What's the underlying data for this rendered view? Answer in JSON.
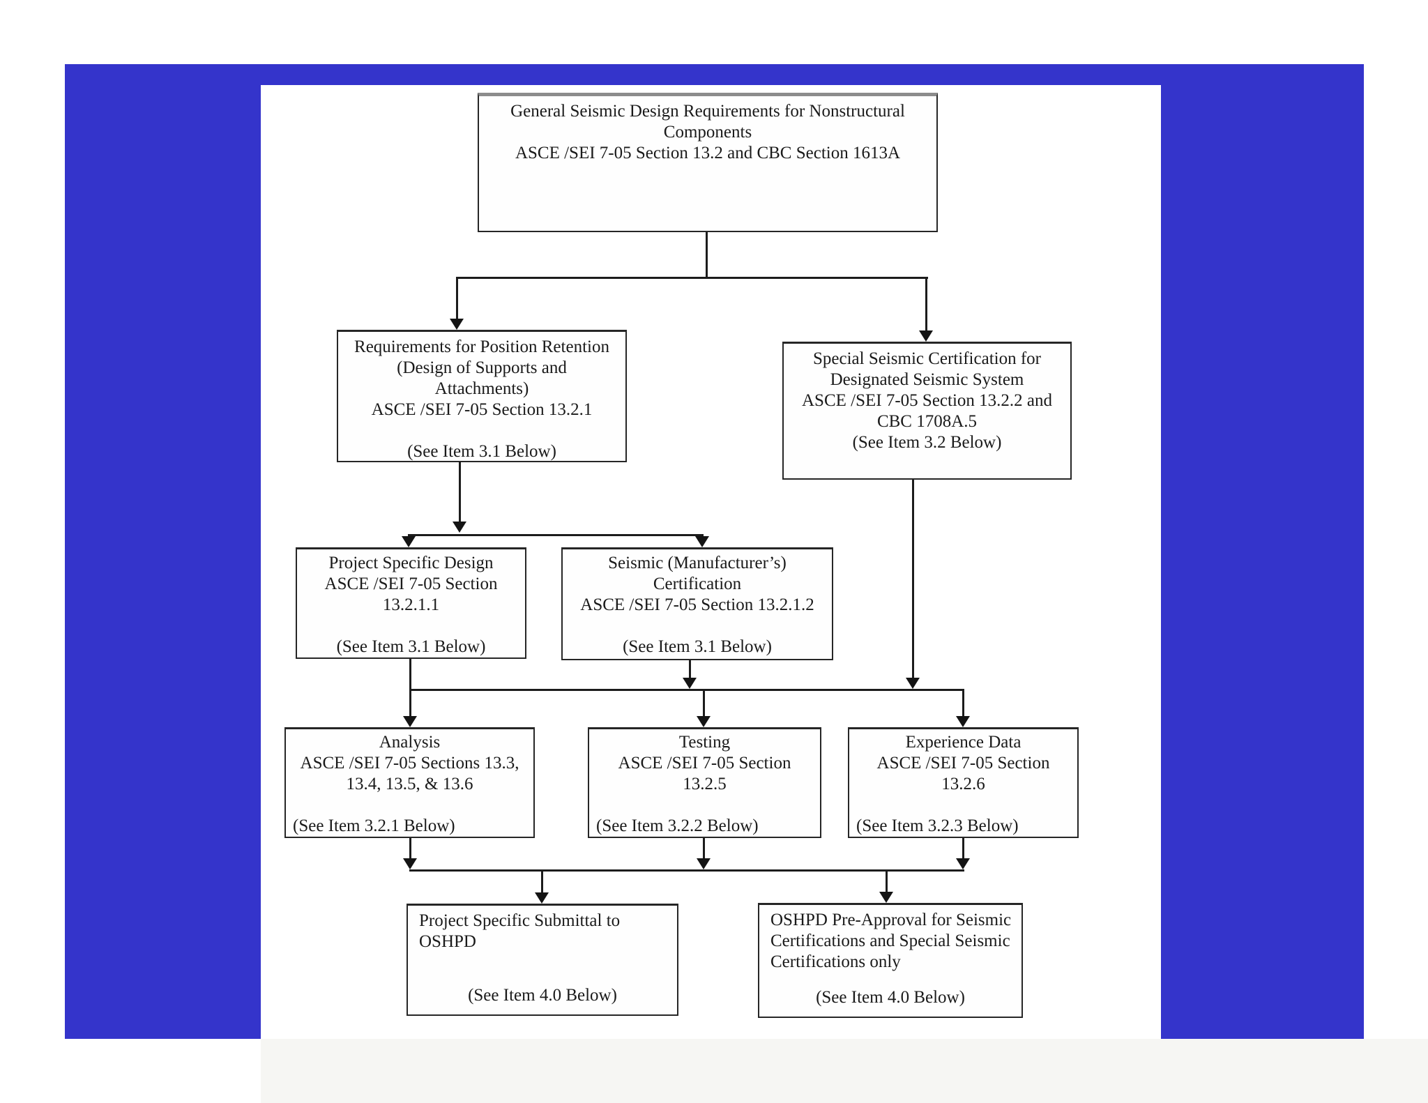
{
  "page": {
    "slide_background_color": "#3434cb",
    "paper_color": "#ffffff",
    "footer_strip_color": "#f6f6f3",
    "line_color": "#1c1c1c"
  },
  "diagram": {
    "type": "flowchart",
    "topic": "General Seismic Design Requirements flowchart (ASCE/SEI 7-05 / CBC / OSHPD)",
    "nodes": {
      "general": {
        "text": "General Seismic Design Requirements for Nonstructural\nComponents\nASCE /SEI 7-05 Section 13.2 and CBC Section 1613A"
      },
      "position_retention": {
        "text": "Requirements for Position Retention\n(Design of Supports and\nAttachments)\nASCE /SEI 7-05 Section 13.2.1",
        "see_item": "(See Item 3.1 Below)"
      },
      "special_certification": {
        "text": "Special Seismic Certification for\nDesignated Seismic System\nASCE /SEI 7-05 Section 13.2.2 and\nCBC 1708A.5",
        "see_item": "(See Item 3.2 Below)"
      },
      "project_specific_design": {
        "text": "Project Specific Design\nASCE /SEI 7-05 Section\n13.2.1.1",
        "see_item": "(See Item 3.1 Below)"
      },
      "manufacturer_certification": {
        "text": "Seismic (Manufacturer’s)\nCertification\nASCE /SEI 7-05 Section 13.2.1.2",
        "see_item": "(See Item 3.1 Below)"
      },
      "analysis": {
        "text": "Analysis\nASCE /SEI 7-05 Sections 13.3,\n13.4, 13.5, & 13.6",
        "see_item": "(See Item 3.2.1 Below)"
      },
      "testing": {
        "text": "Testing\nASCE /SEI 7-05 Section\n13.2.5",
        "see_item": "(See Item 3.2.2 Below)"
      },
      "experience_data": {
        "text": "Experience Data\nASCE /SEI 7-05 Section\n13.2.6",
        "see_item": "(See Item 3.2.3 Below)"
      },
      "project_submittal": {
        "text": "Project Specific Submittal to\nOSHPD",
        "see_item": "(See Item 4.0 Below)"
      },
      "oshpd_preapproval": {
        "text": "OSHPD Pre-Approval for Seismic\nCertifications and Special Seismic\nCertifications only",
        "see_item": "(See Item 4.0 Below)"
      }
    },
    "edges": [
      {
        "from": "general",
        "to": "position_retention"
      },
      {
        "from": "general",
        "to": "special_certification"
      },
      {
        "from": "position_retention",
        "to": "project_specific_design"
      },
      {
        "from": "position_retention",
        "to": "manufacturer_certification"
      },
      {
        "from": "project_specific_design",
        "to": "analysis"
      },
      {
        "from": "manufacturer_certification",
        "to": "testing"
      },
      {
        "from": "manufacturer_certification",
        "to": "experience_data"
      },
      {
        "from": "special_certification",
        "to": "testing"
      },
      {
        "from": "special_certification",
        "to": "experience_data"
      },
      {
        "from": "analysis",
        "to": "project_submittal"
      },
      {
        "from": "testing",
        "to": "project_submittal"
      },
      {
        "from": "experience_data",
        "to": "oshpd_preapproval"
      }
    ]
  }
}
